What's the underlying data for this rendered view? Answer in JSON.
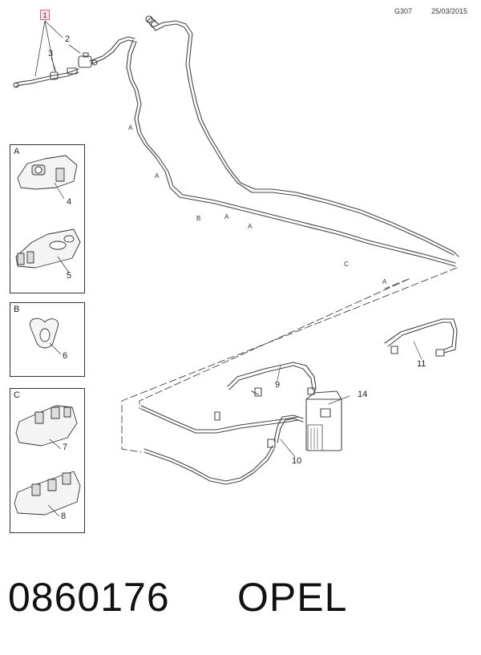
{
  "header": {
    "diagram_code": "G307",
    "date": "25/03/2015"
  },
  "reference_box": "1",
  "callouts": {
    "c2": "2",
    "c3": "3",
    "c4": "4",
    "c5": "5",
    "c6": "6",
    "c7": "7",
    "c8": "8",
    "c9": "9",
    "c10": "10",
    "c11": "11",
    "c14": "14"
  },
  "panels": {
    "a": "A",
    "b": "B",
    "c": "C"
  },
  "zones": {
    "z1": "A",
    "z2": "A",
    "z3": "B",
    "z4": "A",
    "z5": "A",
    "z6": "C",
    "z7": "A"
  },
  "footer": {
    "part_number": "0860176",
    "brand": "OPEL"
  },
  "colors": {
    "line": "#444444",
    "highlight_fill": "#fbe0e7",
    "highlight_border": "#d06a80"
  }
}
